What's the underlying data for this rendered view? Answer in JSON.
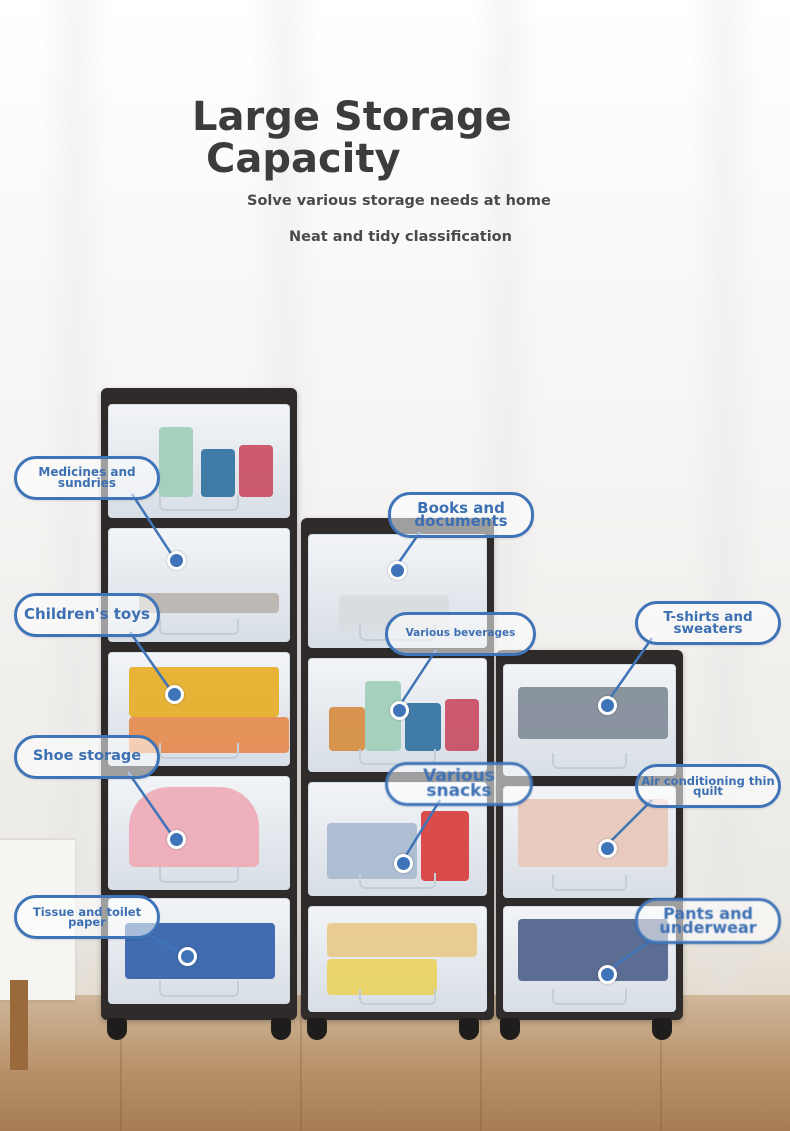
{
  "headline": {
    "line1": "Large Storage",
    "line2": "Capacity"
  },
  "subtitles": [
    "Solve various storage needs at home",
    "Neat and tidy classification"
  ],
  "labels": {
    "medicines": "Medicines and sundries",
    "books": "Books and documents",
    "toys": "Children's toys",
    "beverages": "Various beverages",
    "tshirts": "T-shirts and sweaters",
    "shoes": "Shoe storage",
    "snacks": "Various snacks",
    "quilt": "Air conditioning thin quilt",
    "tissue": "Tissue and toilet paper",
    "pants": "Pants and underwear"
  },
  "colors": {
    "accent": "#3f74b8",
    "cabinet": "#2e2b2a",
    "heading": "#3c3c3c"
  }
}
